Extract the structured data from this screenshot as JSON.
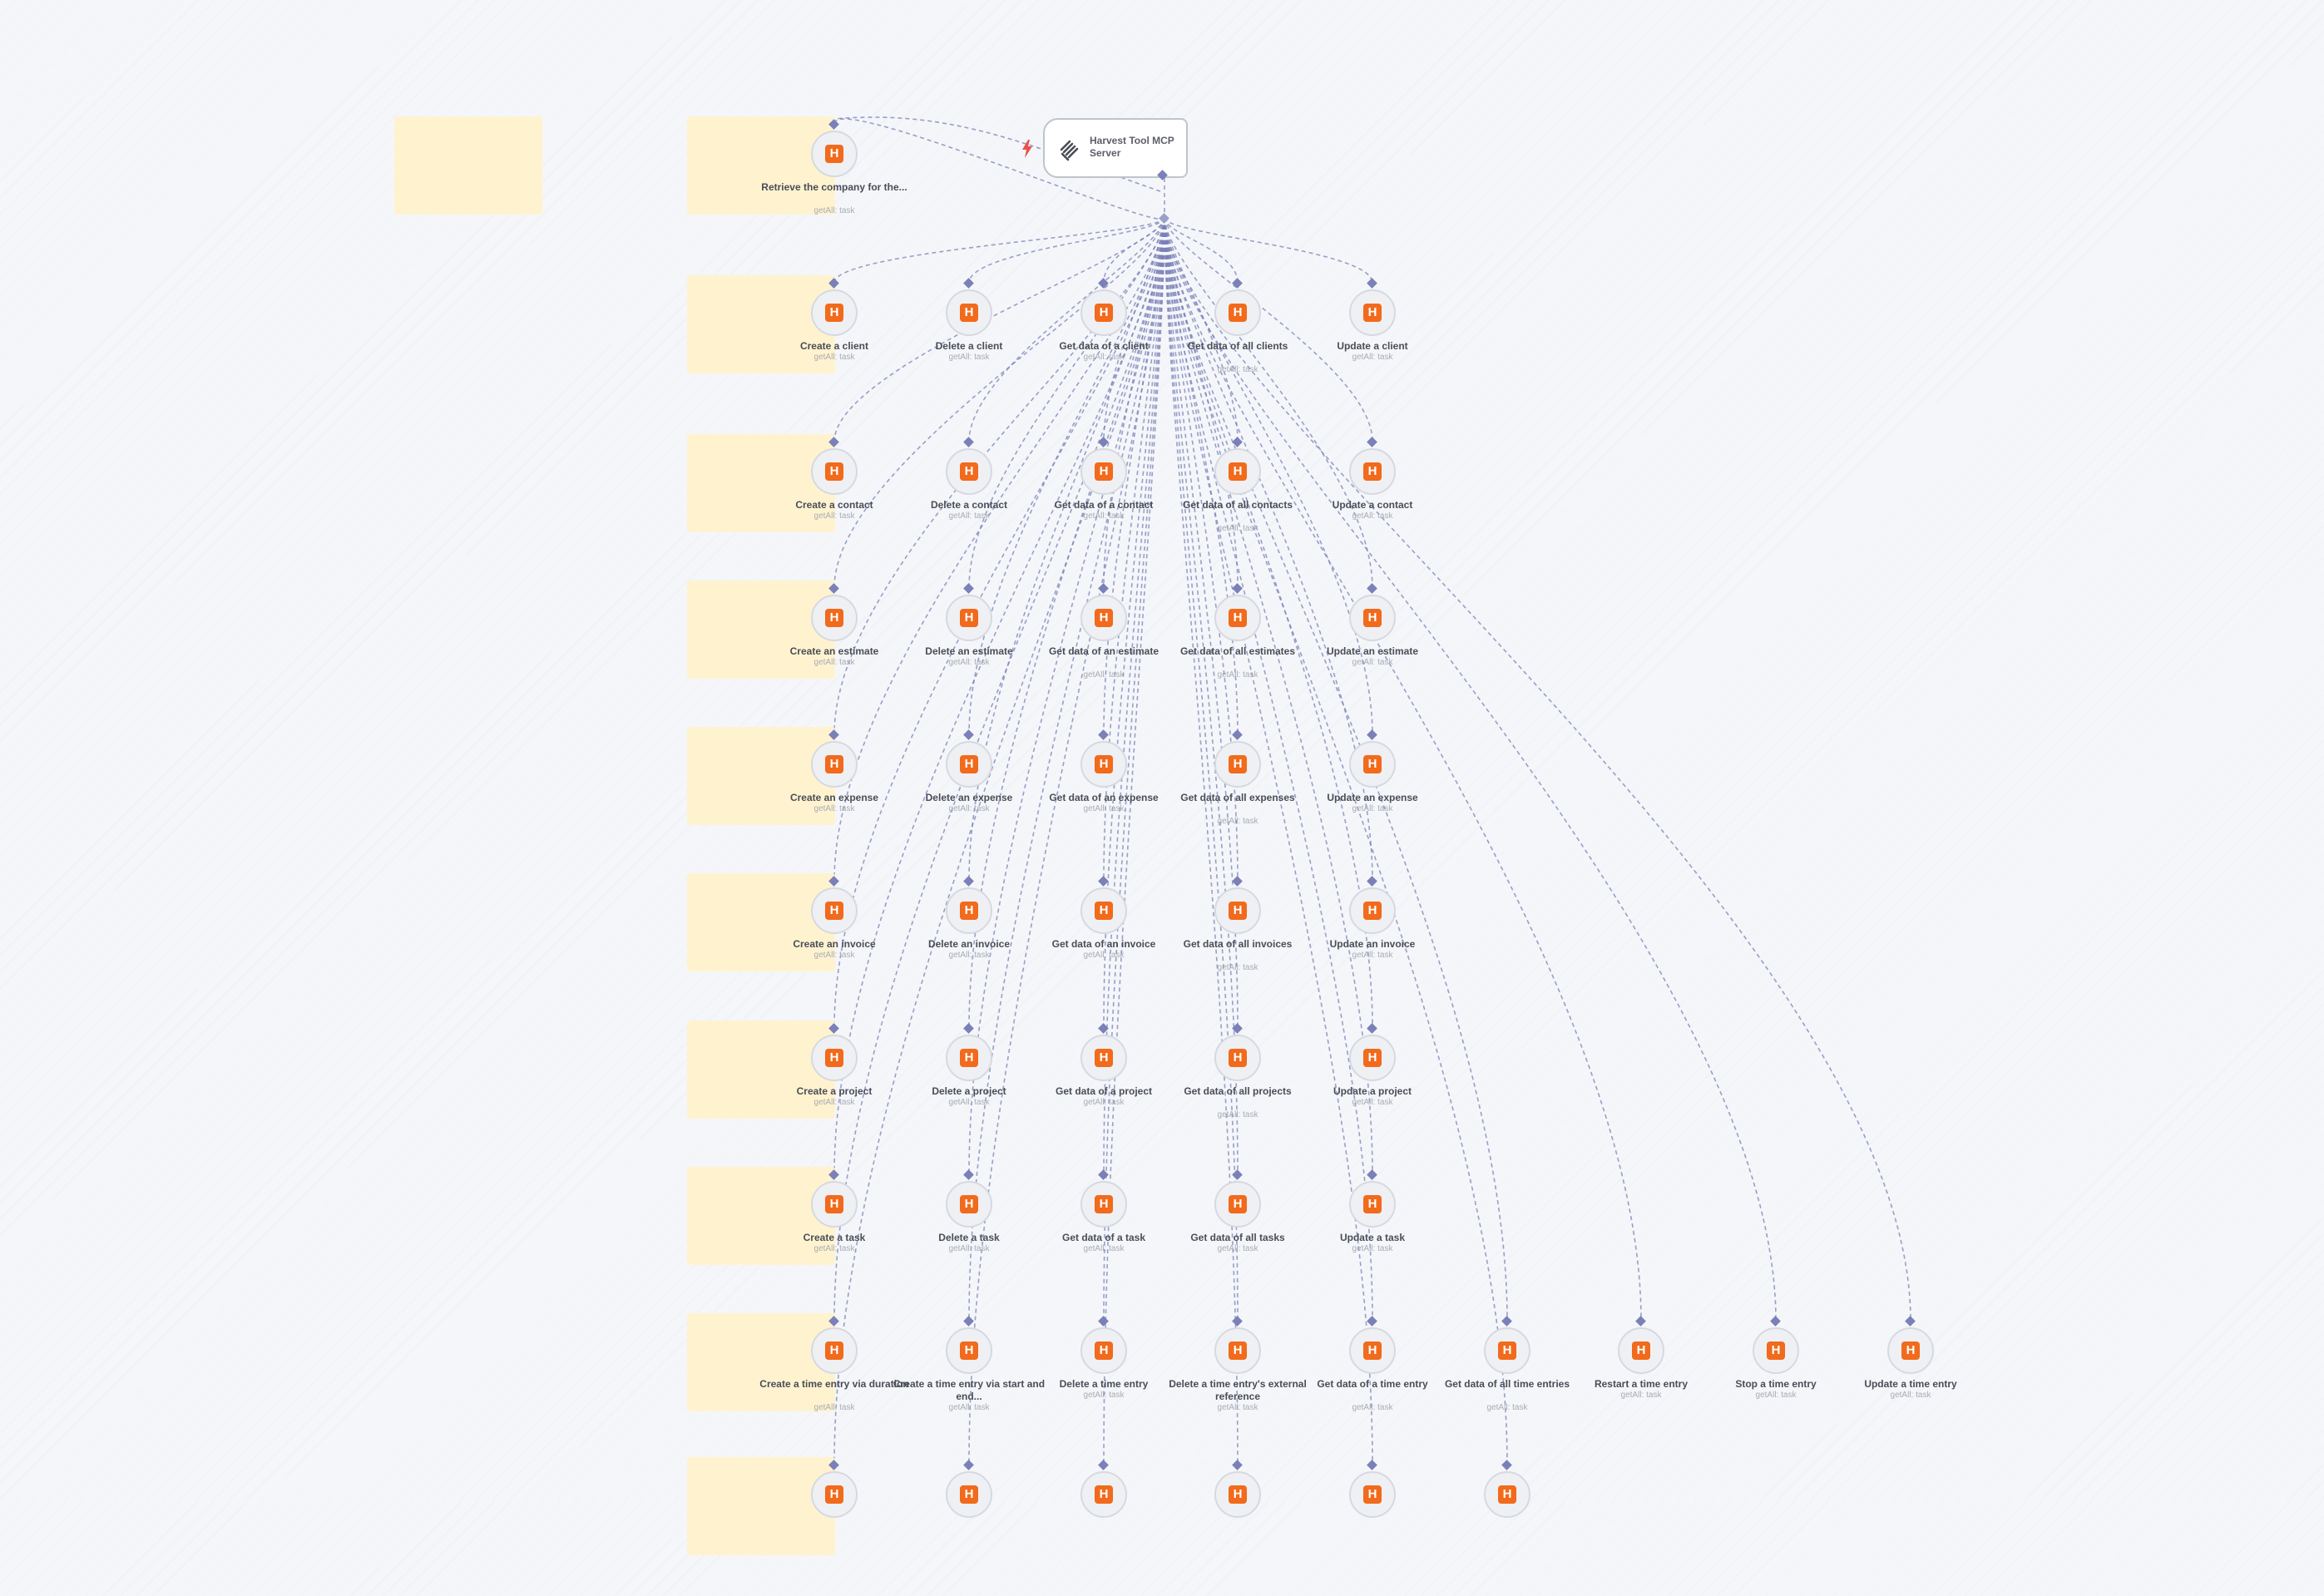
{
  "server": {
    "title": "Harvest Tool MCP Server",
    "accent": "#7b80b8"
  },
  "tool_icon": {
    "name": "harvest-h-icon",
    "glyph": "H",
    "color": "#f26a1b"
  },
  "tools": [
    {
      "id": "t0",
      "row": 0,
      "col": 0,
      "title": "Retrieve the company for the...",
      "sub": "getAll: task"
    },
    {
      "id": "t1",
      "row": 1,
      "col": 0,
      "title": "Create a client",
      "sub": "getAll: task"
    },
    {
      "id": "t2",
      "row": 1,
      "col": 1,
      "title": "Delete a client",
      "sub": "getAll: task"
    },
    {
      "id": "t3",
      "row": 1,
      "col": 2,
      "title": "Get data of a client",
      "sub": "getAll: task"
    },
    {
      "id": "t4",
      "row": 1,
      "col": 3,
      "title": "Get data of all clients",
      "sub": "getAll: task"
    },
    {
      "id": "t5",
      "row": 1,
      "col": 4,
      "title": "Update a client",
      "sub": "getAll: task"
    },
    {
      "id": "t6",
      "row": 2,
      "col": 0,
      "title": "Create a contact",
      "sub": "getAll: task"
    },
    {
      "id": "t7",
      "row": 2,
      "col": 1,
      "title": "Delete a contact",
      "sub": "getAll: task"
    },
    {
      "id": "t8",
      "row": 2,
      "col": 2,
      "title": "Get data of a contact",
      "sub": "getAll: task"
    },
    {
      "id": "t9",
      "row": 2,
      "col": 3,
      "title": "Get data of all contacts",
      "sub": "getAll: task"
    },
    {
      "id": "t10",
      "row": 2,
      "col": 4,
      "title": "Update a contact",
      "sub": "getAll: task"
    },
    {
      "id": "t11",
      "row": 3,
      "col": 0,
      "title": "Create an estimate",
      "sub": "getAll: task"
    },
    {
      "id": "t12",
      "row": 3,
      "col": 1,
      "title": "Delete an estimate",
      "sub": "getAll: task"
    },
    {
      "id": "t13",
      "row": 3,
      "col": 2,
      "title": "Get data of an estimate",
      "sub": "getAll: task"
    },
    {
      "id": "t14",
      "row": 3,
      "col": 3,
      "title": "Get data of all estimates",
      "sub": "getAll: task"
    },
    {
      "id": "t15",
      "row": 3,
      "col": 4,
      "title": "Update an estimate",
      "sub": "getAll: task"
    },
    {
      "id": "t16",
      "row": 4,
      "col": 0,
      "title": "Create an expense",
      "sub": "getAll: task"
    },
    {
      "id": "t17",
      "row": 4,
      "col": 1,
      "title": "Delete an expense",
      "sub": "getAll: task"
    },
    {
      "id": "t18",
      "row": 4,
      "col": 2,
      "title": "Get data of an expense",
      "sub": "getAll: task"
    },
    {
      "id": "t19",
      "row": 4,
      "col": 3,
      "title": "Get data of all expenses",
      "sub": "getAll: task"
    },
    {
      "id": "t20",
      "row": 4,
      "col": 4,
      "title": "Update an expense",
      "sub": "getAll: task"
    },
    {
      "id": "t21",
      "row": 5,
      "col": 0,
      "title": "Create an invoice",
      "sub": "getAll: task"
    },
    {
      "id": "t22",
      "row": 5,
      "col": 1,
      "title": "Delete an invoice",
      "sub": "getAll: task"
    },
    {
      "id": "t23",
      "row": 5,
      "col": 2,
      "title": "Get data of an invoice",
      "sub": "getAll: task"
    },
    {
      "id": "t24",
      "row": 5,
      "col": 3,
      "title": "Get data of all invoices",
      "sub": "getAll: task"
    },
    {
      "id": "t25",
      "row": 5,
      "col": 4,
      "title": "Update an invoice",
      "sub": "getAll: task"
    },
    {
      "id": "t26",
      "row": 6,
      "col": 0,
      "title": "Create a project",
      "sub": "getAll: task"
    },
    {
      "id": "t27",
      "row": 6,
      "col": 1,
      "title": "Delete a project",
      "sub": "getAll: task"
    },
    {
      "id": "t28",
      "row": 6,
      "col": 2,
      "title": "Get data of a project",
      "sub": "getAll: task"
    },
    {
      "id": "t29",
      "row": 6,
      "col": 3,
      "title": "Get data of all projects",
      "sub": "getAll: task"
    },
    {
      "id": "t30",
      "row": 6,
      "col": 4,
      "title": "Update a project",
      "sub": "getAll: task"
    },
    {
      "id": "t31",
      "row": 7,
      "col": 0,
      "title": "Create a task",
      "sub": "getAll: task"
    },
    {
      "id": "t32",
      "row": 7,
      "col": 1,
      "title": "Delete a task",
      "sub": "getAll: task"
    },
    {
      "id": "t33",
      "row": 7,
      "col": 2,
      "title": "Get data of a task",
      "sub": "getAll: task"
    },
    {
      "id": "t34",
      "row": 7,
      "col": 3,
      "title": "Get data of all tasks",
      "sub": "getAll: task"
    },
    {
      "id": "t35",
      "row": 7,
      "col": 4,
      "title": "Update a task",
      "sub": "getAll: task"
    },
    {
      "id": "t36",
      "row": 8,
      "col": 0,
      "title": "Create a time entry via duration",
      "sub": "getAll: task"
    },
    {
      "id": "t37",
      "row": 8,
      "col": 1,
      "title": "Create a time entry via start and end...",
      "sub": "getAll: task"
    },
    {
      "id": "t38",
      "row": 8,
      "col": 2,
      "title": "Delete a time entry",
      "sub": "getAll: task"
    },
    {
      "id": "t39",
      "row": 8,
      "col": 3,
      "title": "Delete a time entry's external reference",
      "sub": "getAll: task"
    },
    {
      "id": "t40",
      "row": 8,
      "col": 4,
      "title": "Get data of a time entry",
      "sub": "getAll: task"
    },
    {
      "id": "t41",
      "row": 8,
      "col": 5,
      "title": "Get data of all time entries",
      "sub": "getAll: task"
    },
    {
      "id": "t42",
      "row": 8,
      "col": 6,
      "title": "Restart a time entry",
      "sub": "getAll: task"
    },
    {
      "id": "t43",
      "row": 8,
      "col": 7,
      "title": "Stop a time entry",
      "sub": "getAll: task"
    },
    {
      "id": "t44",
      "row": 8,
      "col": 8,
      "title": "Update a time entry",
      "sub": "getAll: task"
    },
    {
      "id": "t45",
      "row": 9,
      "col": 0,
      "title": "",
      "sub": ""
    },
    {
      "id": "t46",
      "row": 9,
      "col": 1,
      "title": "",
      "sub": ""
    },
    {
      "id": "t47",
      "row": 9,
      "col": 2,
      "title": "",
      "sub": ""
    },
    {
      "id": "t48",
      "row": 9,
      "col": 3,
      "title": "",
      "sub": ""
    },
    {
      "id": "t49",
      "row": 9,
      "col": 4,
      "title": "",
      "sub": ""
    },
    {
      "id": "t50",
      "row": 9,
      "col": 5,
      "title": "",
      "sub": ""
    }
  ],
  "sticky_notes": [
    {
      "id": "s-left",
      "row": 0,
      "col": -1
    },
    {
      "id": "s0",
      "row": 0
    },
    {
      "id": "s1",
      "row": 1
    },
    {
      "id": "s2",
      "row": 2
    },
    {
      "id": "s3",
      "row": 3
    },
    {
      "id": "s4",
      "row": 4
    },
    {
      "id": "s5",
      "row": 5
    },
    {
      "id": "s6",
      "row": 6
    },
    {
      "id": "s7",
      "row": 7
    },
    {
      "id": "s8",
      "row": 8
    },
    {
      "id": "s9",
      "row": 9
    }
  ]
}
